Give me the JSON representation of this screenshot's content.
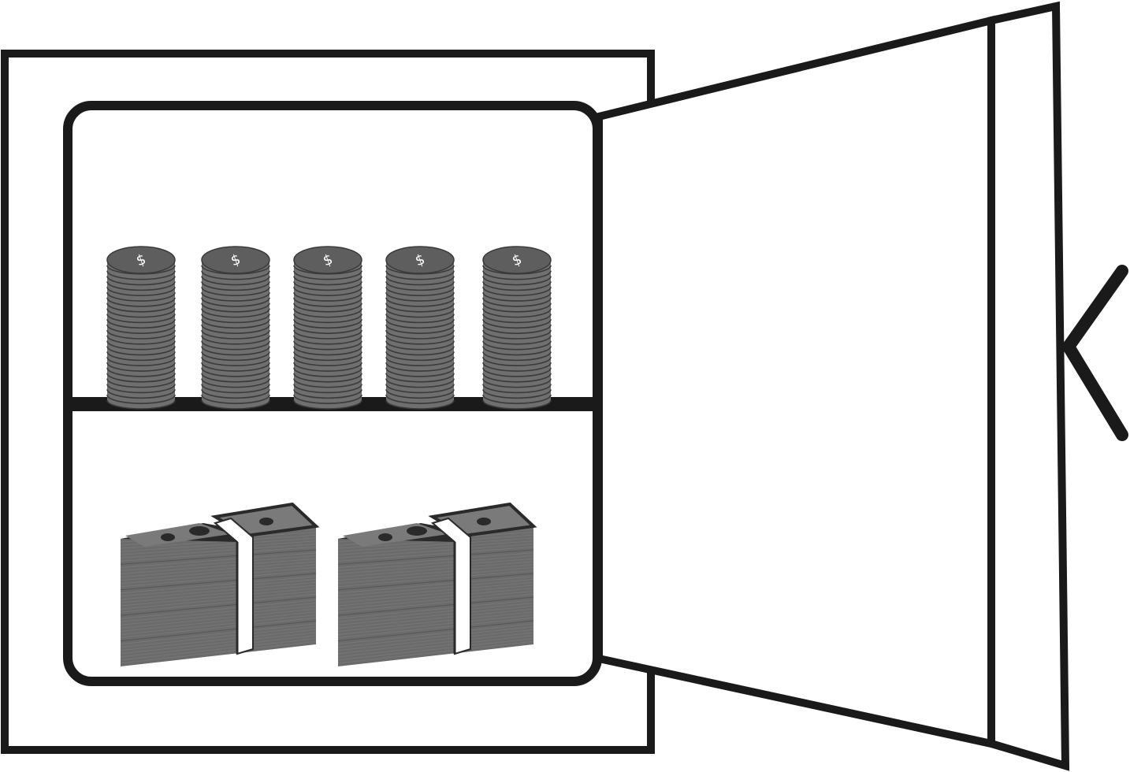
{
  "illustration": {
    "subject": "open-safe",
    "colors": {
      "outline": "#1a1a1a",
      "background": "#ffffff",
      "coin_face": "#5e5e5e",
      "coin_side": "#6f6f6f",
      "coin_line": "#3a3a3a",
      "coin_symbol": "#ffffff",
      "bill_body": "#6b6b6b",
      "bill_top": "#7a7a7a",
      "bill_dark": "#2a2a2a",
      "band": "#ffffff"
    },
    "coin_stacks": [
      {
        "symbol": "$"
      },
      {
        "symbol": "$"
      },
      {
        "symbol": "$"
      },
      {
        "symbol": "$"
      },
      {
        "symbol": "$"
      }
    ],
    "banknote_bundles": [
      {
        "item": "banknote-bundle"
      },
      {
        "item": "banknote-bundle"
      }
    ]
  }
}
